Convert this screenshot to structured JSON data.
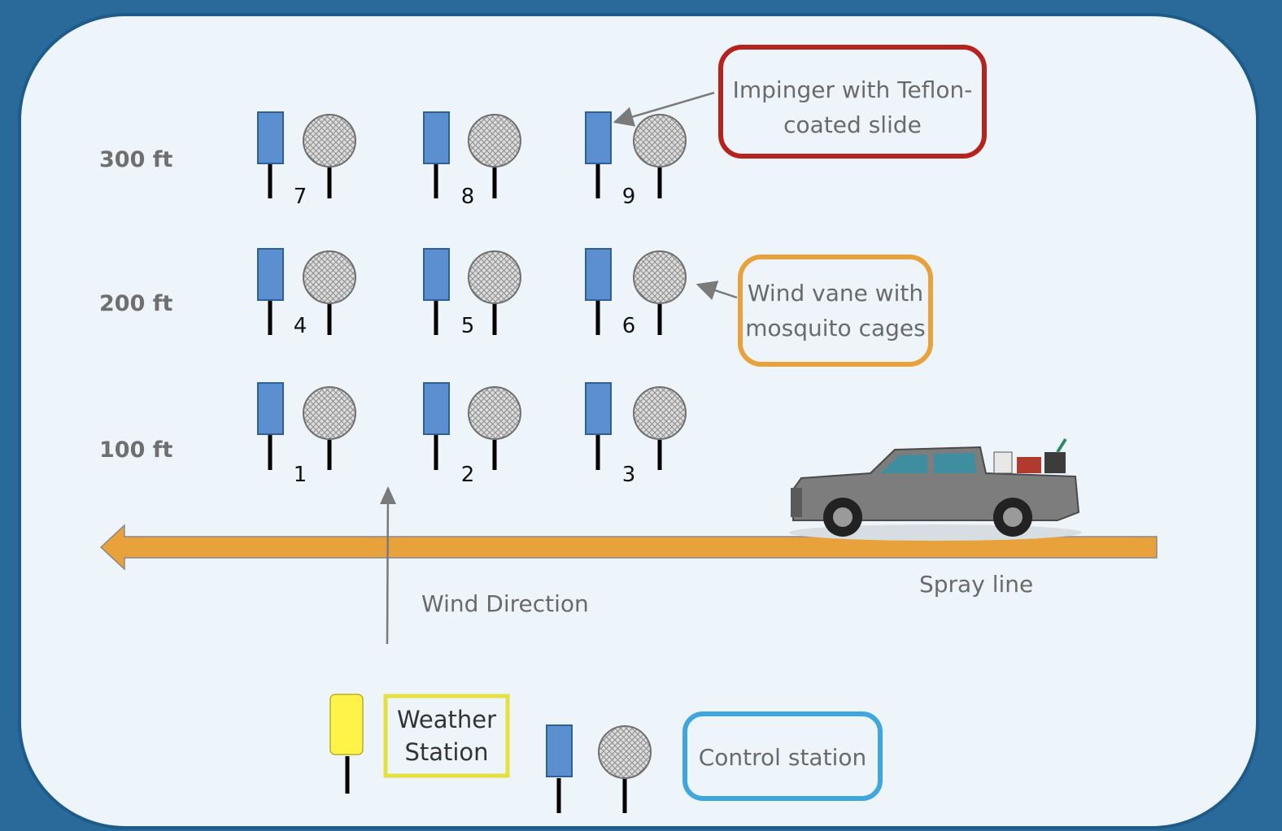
{
  "distances": [
    "300 ft",
    "200 ft",
    "100 ft"
  ],
  "station_numbers": [
    "7",
    "8",
    "9",
    "4",
    "5",
    "6",
    "1",
    "2",
    "3"
  ],
  "callouts": {
    "impinger": {
      "line1": "Impinger with Teflon-",
      "line2": "coated slide",
      "color": "#b5231e"
    },
    "wind_vane": {
      "line1": "Wind vane with",
      "line2": "mosquito cages",
      "color": "#e9a13b"
    },
    "weather": {
      "line1": "Weather",
      "line2": "Station",
      "color": "#e4e040"
    },
    "control": {
      "label": "Control station",
      "color": "#3fa6e0"
    }
  },
  "wind_direction_label": "Wind Direction",
  "spray_line_label": "Spray line",
  "colors": {
    "panel": "#eef5fa",
    "impinger": "#5b8fd0",
    "spray_arrow": "#e9a13b",
    "weather_post": "#fff34a",
    "cage": "#d9d9d9"
  }
}
